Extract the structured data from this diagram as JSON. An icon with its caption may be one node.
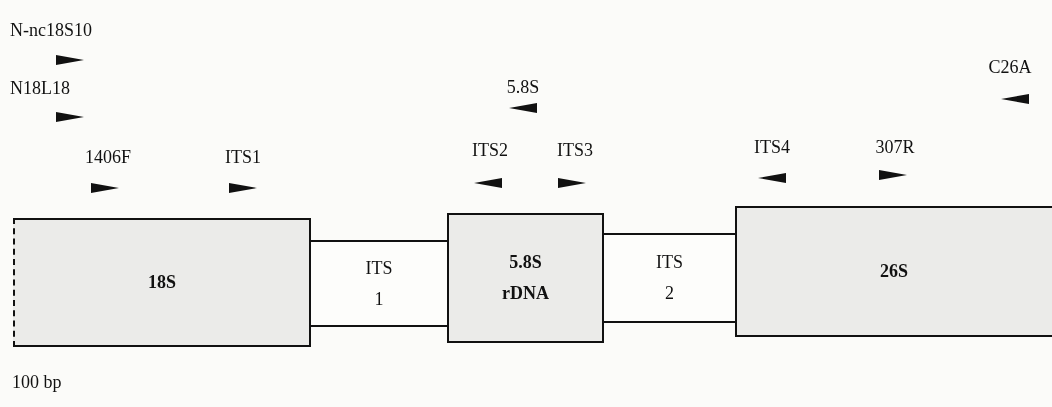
{
  "diagram": {
    "nodes": [
      {
        "text": [
          "18S"
        ]
      },
      {
        "text": [
          "ITS 1"
        ]
      },
      {
        "text": [
          "5.8S rDNA"
        ]
      },
      {
        "text": [
          "ITS 2"
        ]
      },
      {
        "text": [
          "26S"
        ]
      }
    ],
    "labels": [
      "N-nc18S10",
      "N18L18",
      "5.8S",
      "C26A",
      "1406F",
      "ITS1",
      "ITS2",
      "ITS3",
      "ITS4",
      "307R",
      "100 bp"
    ]
  }
}
